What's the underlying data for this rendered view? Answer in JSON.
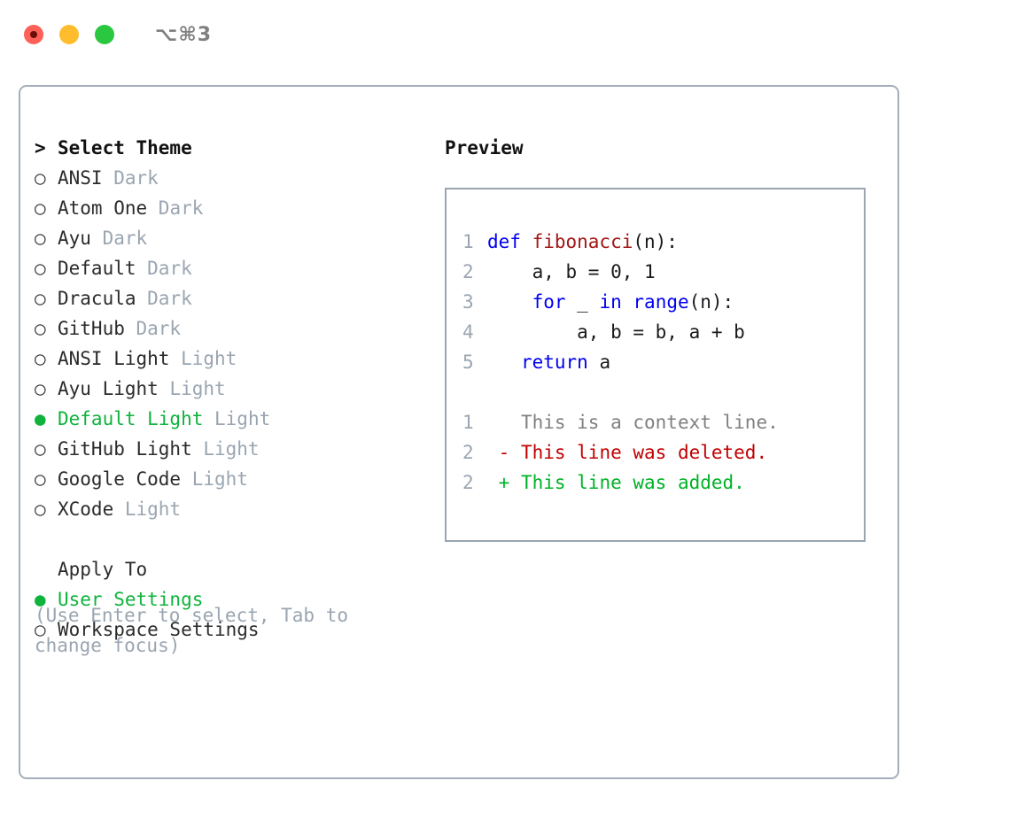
{
  "titlebar": {
    "shortcut": "⌥⌘3",
    "buttons": [
      {
        "name": "close",
        "color": "#ff6058"
      },
      {
        "name": "minimize",
        "color": "#ffbd2e"
      },
      {
        "name": "zoom",
        "color": "#2ac840"
      }
    ]
  },
  "colors": {
    "selected_green": "#0fb33c",
    "muted_gray": "#9aa5b1",
    "text": "#2b2b2b",
    "keyword_blue": "#0000f0",
    "function_red": "#a41515",
    "diff_deleted": "#c20000",
    "diff_added": "#00b327",
    "panel_border": "#9aa5b1"
  },
  "theme_list": {
    "header_marker": ">",
    "header": "Select Theme",
    "marker_selected": "●",
    "marker_unselected": "○",
    "items": [
      {
        "marker": "○",
        "label": "ANSI",
        "category": "Dark",
        "selected": false
      },
      {
        "marker": "○",
        "label": "Atom One",
        "category": "Dark",
        "selected": false
      },
      {
        "marker": "○",
        "label": "Ayu",
        "category": "Dark",
        "selected": false
      },
      {
        "marker": "○",
        "label": "Default",
        "category": "Dark",
        "selected": false
      },
      {
        "marker": "○",
        "label": "Dracula",
        "category": "Dark",
        "selected": false
      },
      {
        "marker": "○",
        "label": "GitHub",
        "category": "Dark",
        "selected": false
      },
      {
        "marker": "○",
        "label": "ANSI Light",
        "category": "Light",
        "selected": false
      },
      {
        "marker": "○",
        "label": "Ayu Light",
        "category": "Light",
        "selected": false
      },
      {
        "marker": "●",
        "label": "Default Light",
        "category": "Light",
        "selected": true
      },
      {
        "marker": "○",
        "label": "GitHub Light",
        "category": "Light",
        "selected": false
      },
      {
        "marker": "○",
        "label": "Google Code",
        "category": "Light",
        "selected": false
      },
      {
        "marker": "○",
        "label": "XCode",
        "category": "Light",
        "selected": false
      }
    ]
  },
  "apply_to": {
    "title": "Apply To",
    "items": [
      {
        "marker": "●",
        "label": "User Settings",
        "selected": true
      },
      {
        "marker": "○",
        "label": "Workspace Settings",
        "selected": false
      }
    ]
  },
  "hint": "(Use Enter to select, Tab to change focus)",
  "preview": {
    "title": "Preview",
    "code_lines": [
      {
        "no": "1",
        "tokens": [
          {
            "t": "def ",
            "c": "kw"
          },
          {
            "t": "fibonacci",
            "c": "fn"
          },
          {
            "t": "(n):",
            "c": "pl"
          }
        ]
      },
      {
        "no": "2",
        "tokens": [
          {
            "t": "    a, b = 0, 1",
            "c": "pl"
          }
        ]
      },
      {
        "no": "3",
        "tokens": [
          {
            "t": "    ",
            "c": "pl"
          },
          {
            "t": "for",
            "c": "kw"
          },
          {
            "t": " _ ",
            "c": "pl"
          },
          {
            "t": "in",
            "c": "kw"
          },
          {
            "t": " ",
            "c": "pl"
          },
          {
            "t": "range",
            "c": "kw"
          },
          {
            "t": "(n):",
            "c": "pl"
          }
        ]
      },
      {
        "no": "4",
        "tokens": [
          {
            "t": "        a, b = b, a + b",
            "c": "pl"
          }
        ]
      },
      {
        "no": "5",
        "tokens": [
          {
            "t": "   ",
            "c": "pl"
          },
          {
            "t": "return",
            "c": "kw"
          },
          {
            "t": " a",
            "c": "pl"
          }
        ]
      }
    ],
    "diff_lines": [
      {
        "no": "1",
        "prefix": "  ",
        "text": "This is a context line.",
        "kind": "ctx"
      },
      {
        "no": "2",
        "prefix": "- ",
        "text": "This line was deleted.",
        "kind": "del"
      },
      {
        "no": "2",
        "prefix": "+ ",
        "text": "This line was added.",
        "kind": "add"
      }
    ]
  }
}
